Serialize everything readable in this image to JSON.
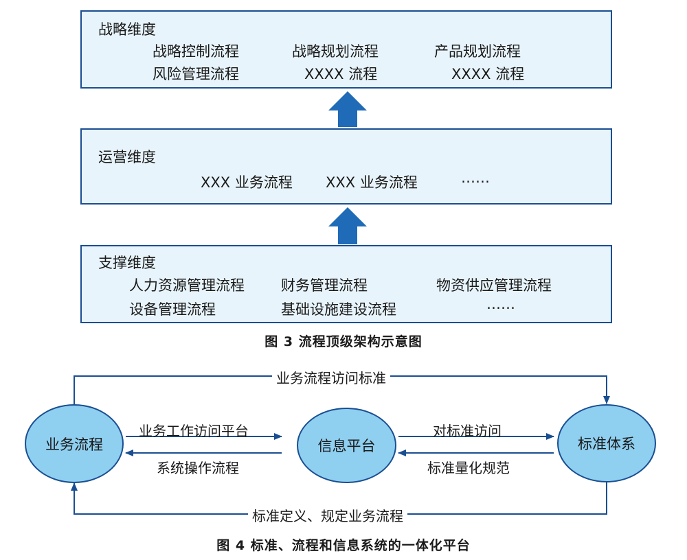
{
  "fig3": {
    "strategy": {
      "title": "战略维度",
      "items": [
        "战略控制流程",
        "战略规划流程",
        "产品规划流程",
        "风险管理流程",
        "XXXX 流程",
        "XXXX 流程"
      ]
    },
    "operation": {
      "title": "运营维度",
      "items": [
        "XXX 业务流程",
        "XXX 业务流程",
        "……"
      ]
    },
    "support": {
      "title": "支撑维度",
      "items": [
        "人力资源管理流程",
        "财务管理流程",
        "物资供应管理流程",
        "设备管理流程",
        "基础设施建设流程",
        "……"
      ]
    },
    "caption": "图 3  流程顶级架构示意图"
  },
  "fig4": {
    "nodes": {
      "business": "业务流程",
      "info": "信息平台",
      "standard": "标准体系"
    },
    "edges": {
      "top": "业务流程访问标准",
      "bottom": "标准定义、规定业务流程",
      "b_to_i": "业务工作访问平台",
      "i_to_b": "系统操作流程",
      "i_to_s": "对标准访问",
      "s_to_i": "标准量化规范"
    },
    "caption": "图 4  标准、流程和信息系统的一体化平台"
  },
  "colors": {
    "box_fill": "#e8f4fb",
    "border": "#1a4e92",
    "arrow": "#1f6bb8",
    "node_fill": "#8fcff0"
  }
}
